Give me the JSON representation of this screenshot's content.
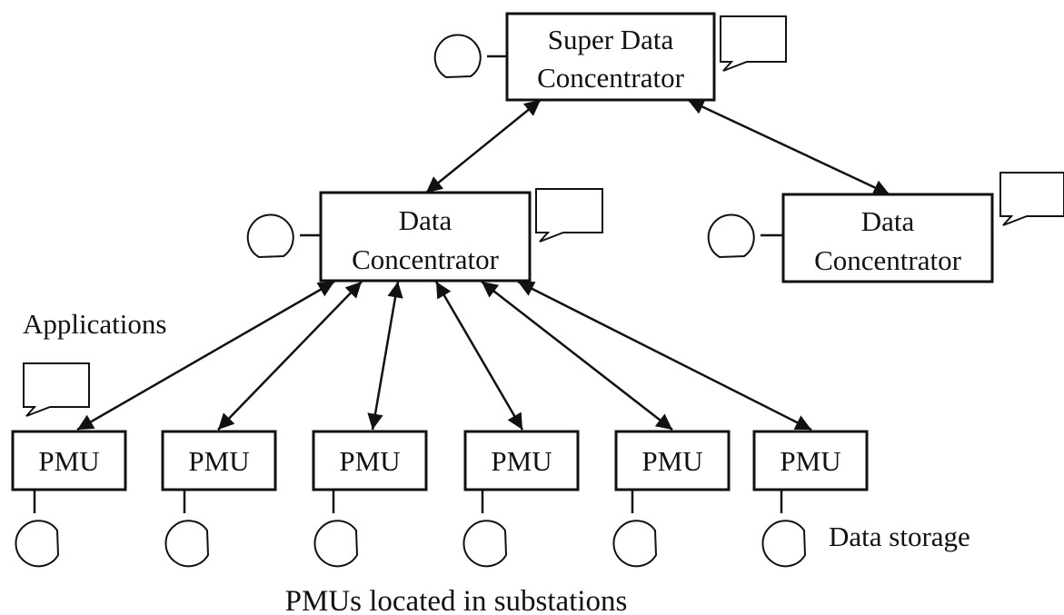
{
  "diagram": {
    "super_concentrator": {
      "label_line1": "Super Data",
      "label_line2": "Concentrator"
    },
    "concentrator_left": {
      "label_line1": "Data",
      "label_line2": "Concentrator"
    },
    "concentrator_right": {
      "label_line1": "Data",
      "label_line2": "Concentrator"
    },
    "pmus": [
      {
        "label": "PMU"
      },
      {
        "label": "PMU"
      },
      {
        "label": "PMU"
      },
      {
        "label": "PMU"
      },
      {
        "label": "PMU"
      },
      {
        "label": "PMU"
      }
    ],
    "annotations": {
      "applications": "Applications",
      "data_storage": "Data storage",
      "pmu_caption": "PMUs located in substations"
    }
  }
}
